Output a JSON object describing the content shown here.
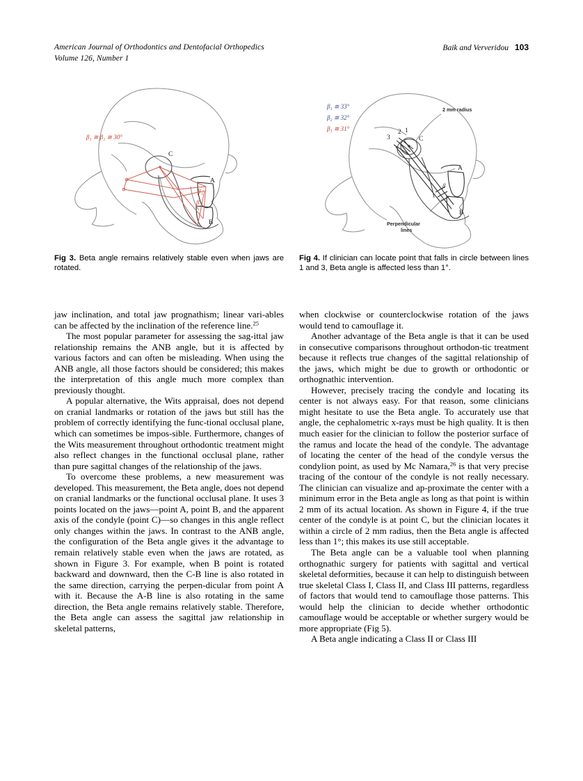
{
  "running_head": {
    "journal_line1": "American Journal of Orthodontics and Dentofacial Orthopedics",
    "journal_line2": "Volume 126, Number 1",
    "authors": "Baik and Ververidou",
    "page_number": "103"
  },
  "figures": [
    {
      "id": "fig3",
      "number": "Fig 3.",
      "caption": "Beta angle remains relatively stable even when jaws are rotated.",
      "annotations": {
        "angle_label": "β₁ ≅ β₂ ≅ 30°",
        "point_c": "C",
        "point_a": "A",
        "point_b": "B",
        "beta1": "β₁",
        "beta2": "β₂"
      },
      "colors": {
        "red": "#cf5a4e",
        "trace": "#8d8d8d"
      }
    },
    {
      "id": "fig4",
      "number": "Fig 4.",
      "caption": "If clinician can locate point that falls in circle between lines 1 and 3, Beta angle is affected less than 1°.",
      "annotations": {
        "beta1_value": "β₁ ≅ 33°",
        "beta2_value": "β₂ ≅ 32°",
        "beta3_value": "β₃ ≅ 31°",
        "radius_label": "2 mm radius",
        "perpendicular_label_line1": "Perpendicular",
        "perpendicular_label_line2": "lines",
        "line1": "1",
        "line2": "2",
        "line3": "3",
        "point_c": "C",
        "point_a": "A",
        "point_b": "B",
        "beta": "β"
      },
      "colors": {
        "red": "#cf5a4e",
        "blue": "#3b4a8c",
        "trace": "#8d8d8d"
      }
    }
  ],
  "columns": {
    "left": [
      "jaw inclination, and total jaw prognathism; linear vari-ables can be affected by the inclination of the reference line.",
      "The most popular parameter for assessing the sag-ittal jaw relationship remains the ANB angle, but it is affected by various factors and can often be misleading. When using the ANB angle, all those factors should be considered; this makes the interpretation of this angle much more complex than previously thought.",
      "A popular alternative, the Wits appraisal, does not depend on cranial landmarks or rotation of the jaws but still has the problem of correctly identifying the func-tional occlusal plane, which can sometimes be impos-sible. Furthermore, changes of the Wits measurement throughout orthodontic treatment might also reflect changes in the functional occlusal plane, rather than pure sagittal changes of the relationship of the jaws.",
      "To overcome these problems, a new measurement was developed. This measurement, the Beta angle, does not depend on cranial landmarks or the functional occlusal plane. It uses 3 points located on the jaws—point A, point B, and the apparent axis of the condyle (point C)—so changes in this angle reflect only changes within the jaws. In contrast to the ANB angle, the configuration of the Beta angle gives it the advantage to remain relatively stable even when the jaws are rotated, as shown in Figure 3. For example, when B point is rotated backward and downward, then the C-B line is also rotated in the same direction, carrying the perpen-dicular from point A with it. Because the A-B line is also rotating in the same direction, the Beta angle remains relatively stable. Therefore, the Beta angle can assess the sagittal jaw relationship in skeletal patterns,"
    ],
    "left_first_superscript": "25",
    "right": [
      "when clockwise or counterclockwise rotation of the jaws would tend to camouflage it.",
      "Another advantage of the Beta angle is that it can be used in consecutive comparisons throughout orthodon-tic treatment because it reflects true changes of the sagittal relationship of the jaws, which might be due to growth or orthodontic or orthognathic intervention.",
      "However, precisely tracing the condyle and locating its center is not always easy. For that reason, some clinicians might hesitate to use the Beta angle. To accurately use that angle, the cephalometric x-rays must be high quality. It is then much easier for the clinician to follow the posterior surface of the ramus and locate the head of the condyle. The advantage of locating the center of the head of the condyle versus the condylion point, as used by Mc Namara,",
      "is that very precise tracing of the contour of the condyle is not really necessary. The clinician can visualize and ap-proximate the center with a minimum error in the Beta angle as long as that point is within 2 mm of its actual location. As shown in Figure 4, if the true center of the condyle is at point C, but the clinician locates it within a circle of 2 mm radius, then the Beta angle is affected less than 1°; this makes its use still acceptable.",
      "The Beta angle can be a valuable tool when planning orthognathic surgery for patients with sagittal and vertical skeletal deformities, because it can help to distinguish between true skeletal Class I, Class II, and Class III patterns, regardless of factors that would tend to camouflage those patterns. This would help the clinician to decide whether orthodontic camouflage would be acceptable or whether surgery would be more appropriate (Fig 5).",
      "A Beta angle indicating a Class II or Class III"
    ],
    "right_mcnamara_superscript": "26"
  }
}
